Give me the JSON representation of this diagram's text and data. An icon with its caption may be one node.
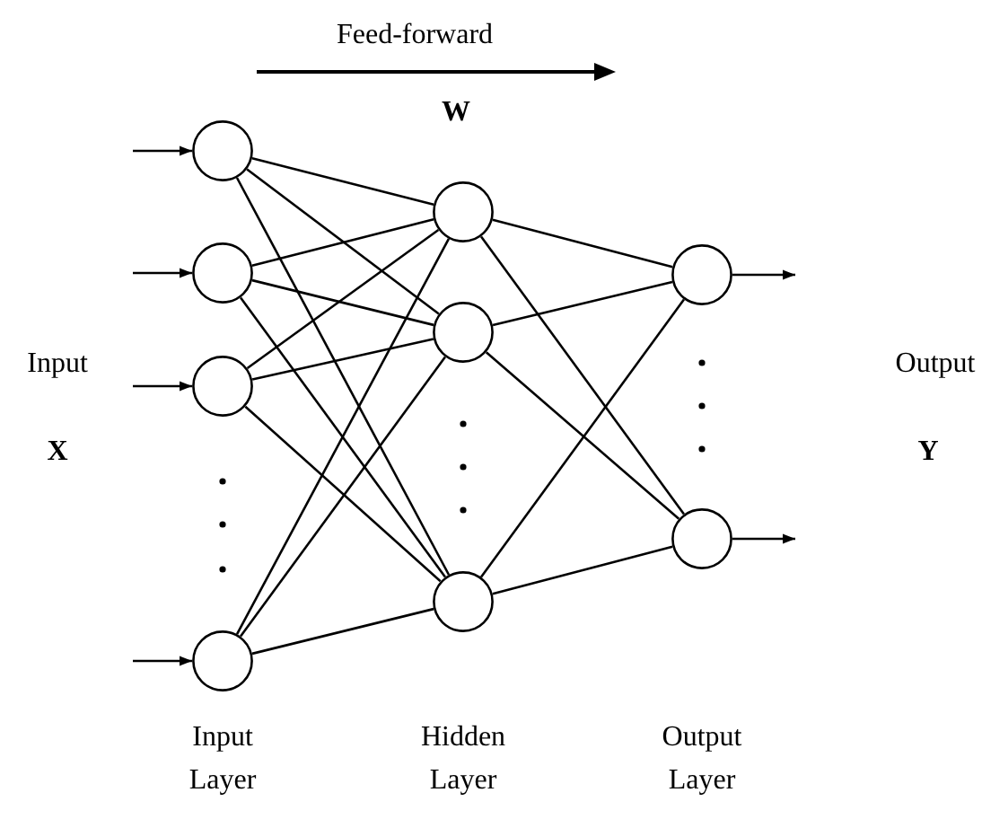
{
  "diagram": {
    "nodes": [
      {
        "text": [],
        "shape": "circle"
      },
      {
        "text": [],
        "shape": "circle"
      },
      {
        "text": [],
        "shape": "circle"
      },
      {
        "text": [],
        "shape": "circle"
      },
      {
        "text": [],
        "shape": "circle"
      },
      {
        "text": [],
        "shape": "circle"
      },
      {
        "text": [],
        "shape": "circle"
      },
      {
        "text": [],
        "shape": "circle"
      },
      {
        "text": [],
        "shape": "circle"
      }
    ],
    "edges": [
      {
        "from": null,
        "to": 0,
        "arrow": "to"
      },
      {
        "from": null,
        "to": 1,
        "arrow": "to"
      },
      {
        "from": null,
        "to": 2,
        "arrow": "to"
      },
      {
        "from": null,
        "to": 3,
        "arrow": "to"
      },
      {
        "from": 0,
        "to": 4,
        "arrow": "none"
      },
      {
        "from": 0,
        "to": 5,
        "arrow": "none"
      },
      {
        "from": 0,
        "to": 6,
        "arrow": "none"
      },
      {
        "from": 1,
        "to": 4,
        "arrow": "none"
      },
      {
        "from": 1,
        "to": 5,
        "arrow": "none"
      },
      {
        "from": 1,
        "to": 6,
        "arrow": "none"
      },
      {
        "from": 2,
        "to": 4,
        "arrow": "none"
      },
      {
        "from": 2,
        "to": 5,
        "arrow": "none"
      },
      {
        "from": 2,
        "to": 6,
        "arrow": "none"
      },
      {
        "from": 3,
        "to": 4,
        "arrow": "none"
      },
      {
        "from": 3,
        "to": 5,
        "arrow": "none"
      },
      {
        "from": 3,
        "to": 6,
        "arrow": "none"
      },
      {
        "from": 4,
        "to": 7,
        "arrow": "none"
      },
      {
        "from": 4,
        "to": 8,
        "arrow": "none"
      },
      {
        "from": 5,
        "to": 7,
        "arrow": "none"
      },
      {
        "from": 5,
        "to": 8,
        "arrow": "none"
      },
      {
        "from": 6,
        "to": 7,
        "arrow": "none"
      },
      {
        "from": 6,
        "to": 8,
        "arrow": "none"
      },
      {
        "from": 7,
        "to": null,
        "arrow": "to"
      },
      {
        "from": 8,
        "to": null,
        "arrow": "to"
      }
    ],
    "labels": [
      "Feed-forward",
      "W",
      "Input",
      "X",
      "Output",
      "Y",
      "Input Layer",
      "Hidden Layer",
      "Output Layer"
    ]
  }
}
